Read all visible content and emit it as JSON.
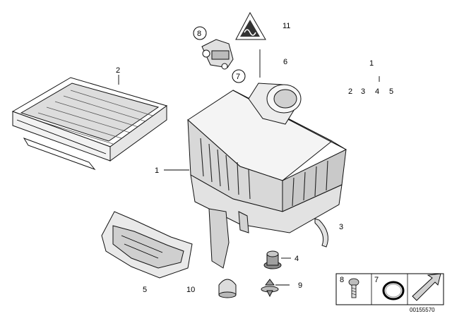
{
  "callouts": {
    "c1": "1",
    "c2": "2",
    "c3": "3",
    "c4": "4",
    "c5": "5",
    "c6": "6",
    "c7": "7",
    "c8": "8",
    "c9": "9",
    "c10": "10",
    "c11": "11"
  },
  "kit_group": {
    "top": "1",
    "items": [
      "2",
      "3",
      "4",
      "5"
    ]
  },
  "legend_box": {
    "item_a": "8",
    "item_b": "7"
  },
  "doc_id": "00155570",
  "icons": [
    "air-filter-element",
    "intake-silencer-housing",
    "hot-film-air-mass-meter",
    "warning-triangle-decal",
    "intake-duct",
    "arrow-icon"
  ]
}
